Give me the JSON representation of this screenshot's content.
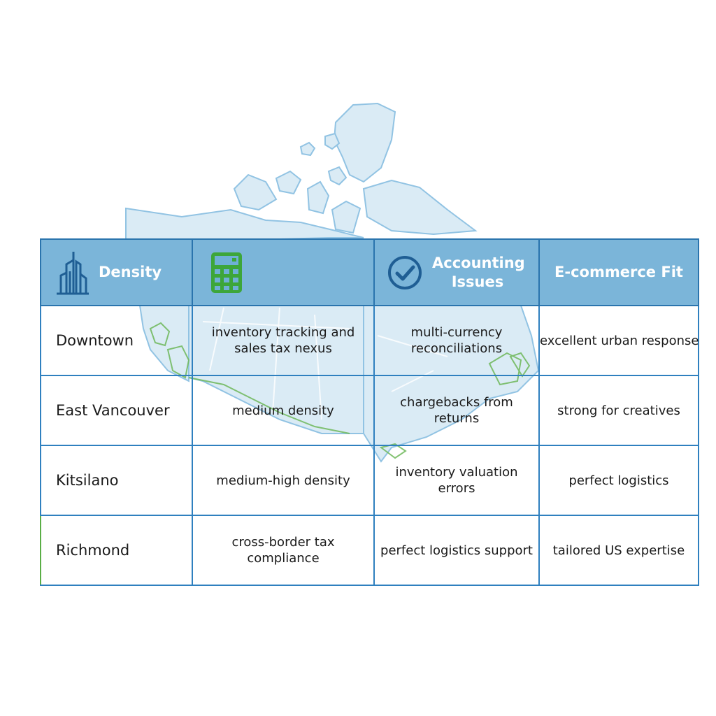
{
  "table": {
    "headers": [
      {
        "label": "Density",
        "icon": "city-buildings-icon"
      },
      {
        "label": "",
        "icon": "calculator-icon"
      },
      {
        "label": "Accounting Issues",
        "icon": "check-circle-icon"
      },
      {
        "label": "E-commerce Fit",
        "icon": ""
      }
    ],
    "rows": [
      {
        "area": "Downtown",
        "col2": "inventory tracking and sales tax nexus",
        "col3": "multi-currency reconciliations",
        "col4": "excellent urban response"
      },
      {
        "area": "East Vancouver",
        "col2": "medium density",
        "col3": "chargebacks from returns",
        "col4": "strong for creatives"
      },
      {
        "area": "Kitsilano",
        "col2": "medium-high density",
        "col3": "inventory valuation errors",
        "col4": "perfect logistics"
      },
      {
        "area": "Richmond",
        "col2": "cross-border tax compliance",
        "col3": "perfect logistics support",
        "col4": "tailored US expertise"
      }
    ]
  },
  "colors": {
    "header_bg": "#5ba1cf",
    "blue_border": "#2f80bf",
    "green_border": "#5aae46",
    "map_fill": "#d6e8f4",
    "icon_blue": "#1f5e94",
    "icon_green": "#3da63a"
  }
}
